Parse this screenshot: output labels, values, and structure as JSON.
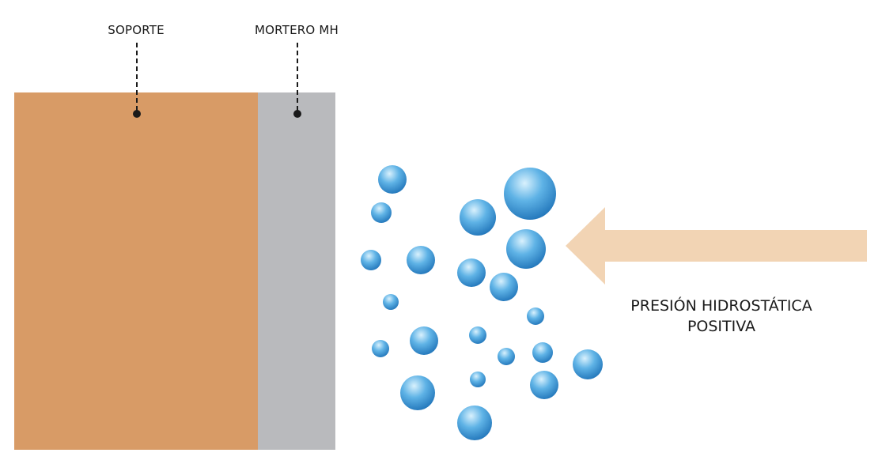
{
  "labels": {
    "soporte": "SOPORTE",
    "mortero": "MORTERO MH",
    "pressure_line1": "PRESIÓN HIDROSTÁTICA",
    "pressure_line2": "POSITIVA"
  },
  "colors": {
    "soporte": "#d89b66",
    "mortero": "#b9babd",
    "arrow": "#f2d4b4",
    "bubble_light": "#d9f1fd",
    "bubble_mid": "#5fb3e6",
    "bubble_dark": "#1f73b8",
    "text": "#1a1a1a"
  },
  "icons": {
    "water_bubbles": "water-droplet-icon",
    "pressure_arrow": "arrow-left-icon"
  }
}
